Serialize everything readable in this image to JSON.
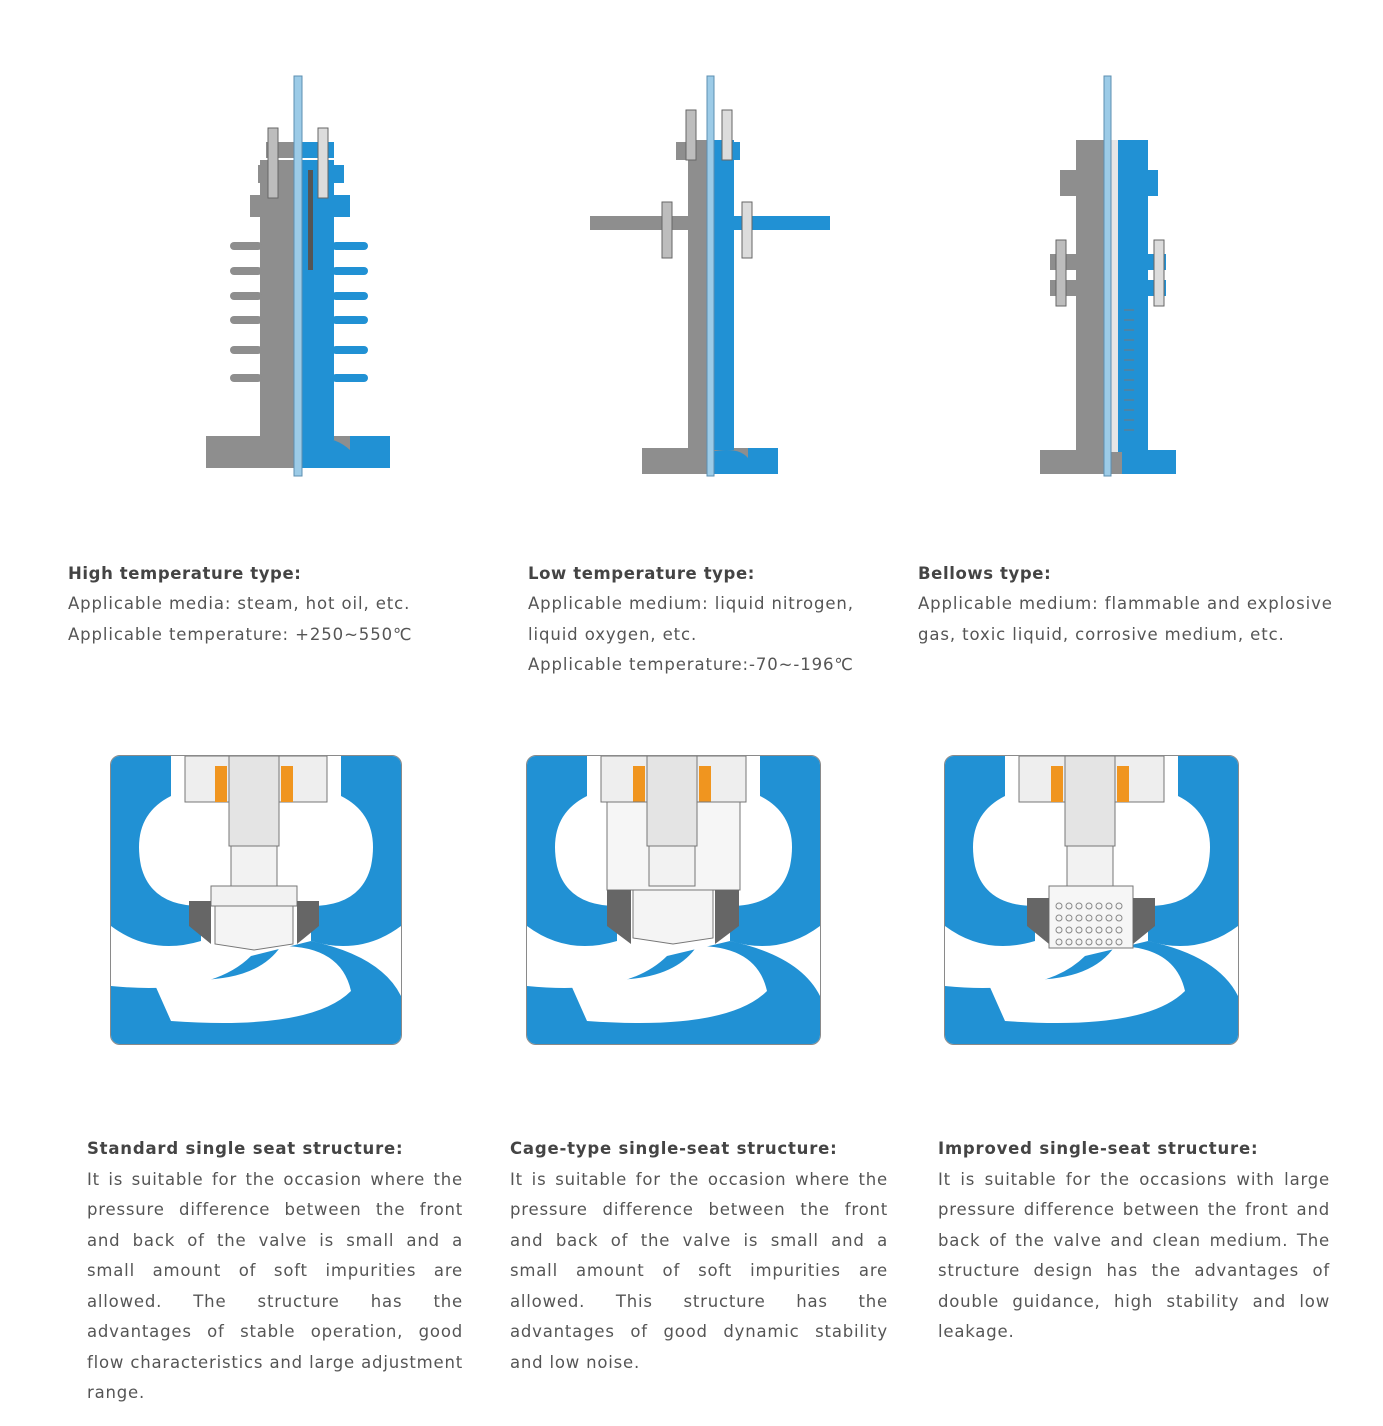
{
  "colors": {
    "blue": "#2191d4",
    "grey": "#8e8e8e",
    "orange": "#f0951f",
    "stem": "#9ccbe7",
    "text": "#555555"
  },
  "types": [
    {
      "title": "High temperature type:",
      "lines": [
        "Applicable media: steam, hot oil, etc.",
        "Applicable temperature:  +250~550℃"
      ]
    },
    {
      "title": "Low temperature type:",
      "lines": [
        "Applicable medium: liquid nitrogen,",
        "liquid oxygen, etc.",
        "Applicable temperature:-70~-196℃"
      ]
    },
    {
      "title": "Bellows type:",
      "lines": [
        "Applicable medium: flammable and explosive",
        "gas, toxic liquid, corrosive medium, etc."
      ]
    }
  ],
  "structures": [
    {
      "title": "Standard single seat structure:",
      "text": "It is suitable for the occasion where the pressure difference between the front and back of the valve is small and a small amount of soft impurities are allowed. The structure has the advantages of stable operation, good flow characteristics and large adjustment range."
    },
    {
      "title": "Cage-type single-seat structure:",
      "text": "It is suitable for the occasion where the pressure difference between the front and back of the valve is small and a small amount of soft impurities are allowed. This structure has the advantages of good dynamic stability and low noise."
    },
    {
      "title": "Improved single-seat structure:",
      "text": "It is suitable for the occasions with large pressure difference between the front and back of the valve and clean medium. The structure design has the advantages of double guidance, high stability and low leakage."
    }
  ]
}
